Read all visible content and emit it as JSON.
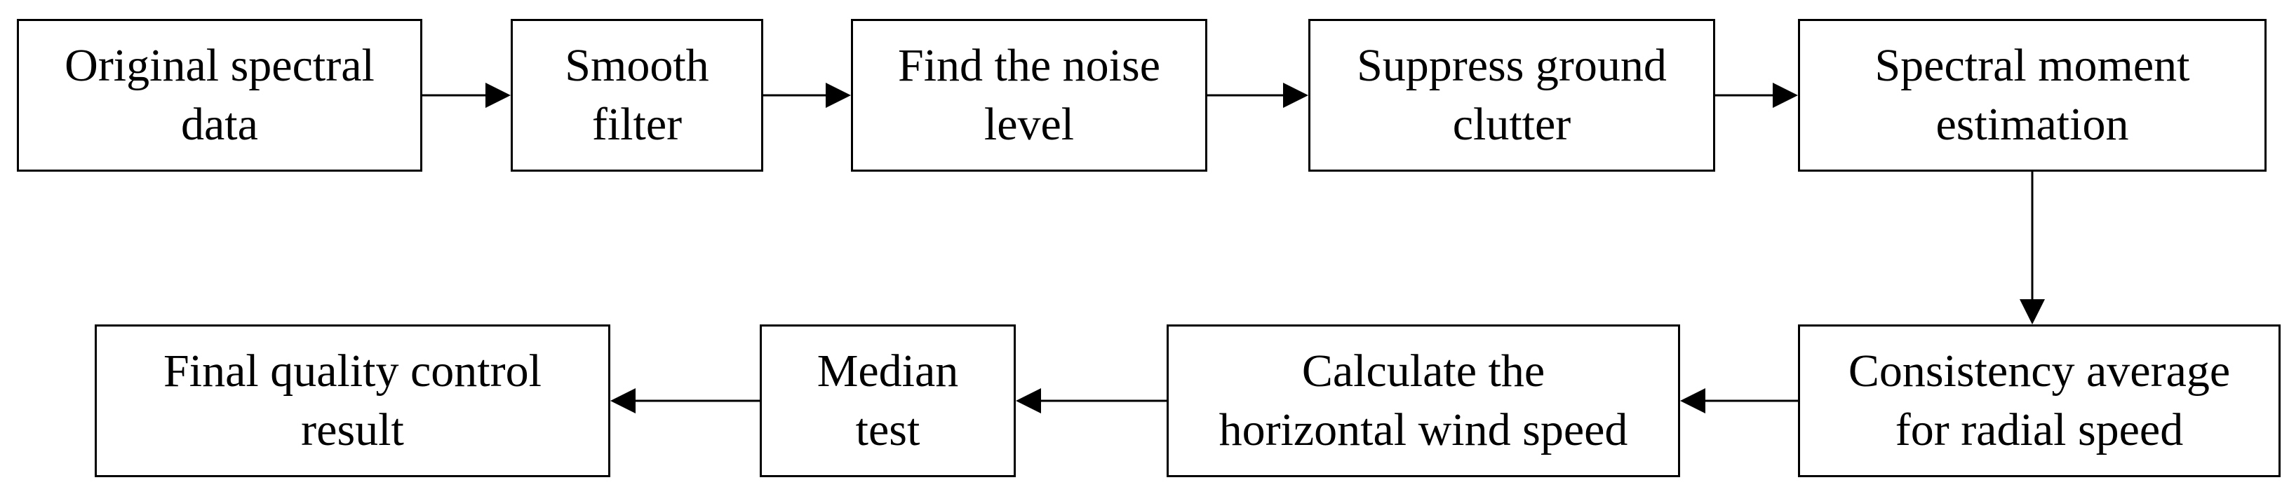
{
  "diagram": {
    "steps": [
      {
        "id": "original",
        "label": "Original spectral data"
      },
      {
        "id": "smooth",
        "label": "Smooth filter"
      },
      {
        "id": "noise",
        "label": "Find the noise level"
      },
      {
        "id": "suppress",
        "label": "Suppress ground clutter"
      },
      {
        "id": "moment",
        "label": "Spectral moment estimation"
      },
      {
        "id": "consistency",
        "label": "Consistency average for radial speed"
      },
      {
        "id": "horizontal",
        "label": "Calculate the horizontal wind speed"
      },
      {
        "id": "median",
        "label": "Median test"
      },
      {
        "id": "final",
        "label": "Final quality control result"
      }
    ],
    "lines": {
      "original": [
        "Original spectral",
        "data"
      ],
      "smooth": [
        "Smooth",
        "filter"
      ],
      "noise": [
        "Find the noise",
        "level"
      ],
      "suppress": [
        "Suppress ground",
        "clutter"
      ],
      "moment": [
        "Spectral moment",
        "estimation"
      ],
      "consistency": [
        "Consistency average",
        "for radial speed"
      ],
      "horizontal": [
        "Calculate the",
        "horizontal wind speed"
      ],
      "median": [
        "Median",
        "test"
      ],
      "final": [
        "Final quality control",
        "result"
      ]
    },
    "flow": [
      [
        "original",
        "smooth"
      ],
      [
        "smooth",
        "noise"
      ],
      [
        "noise",
        "suppress"
      ],
      [
        "suppress",
        "moment"
      ],
      [
        "moment",
        "consistency"
      ],
      [
        "consistency",
        "horizontal"
      ],
      [
        "horizontal",
        "median"
      ],
      [
        "median",
        "final"
      ]
    ]
  }
}
